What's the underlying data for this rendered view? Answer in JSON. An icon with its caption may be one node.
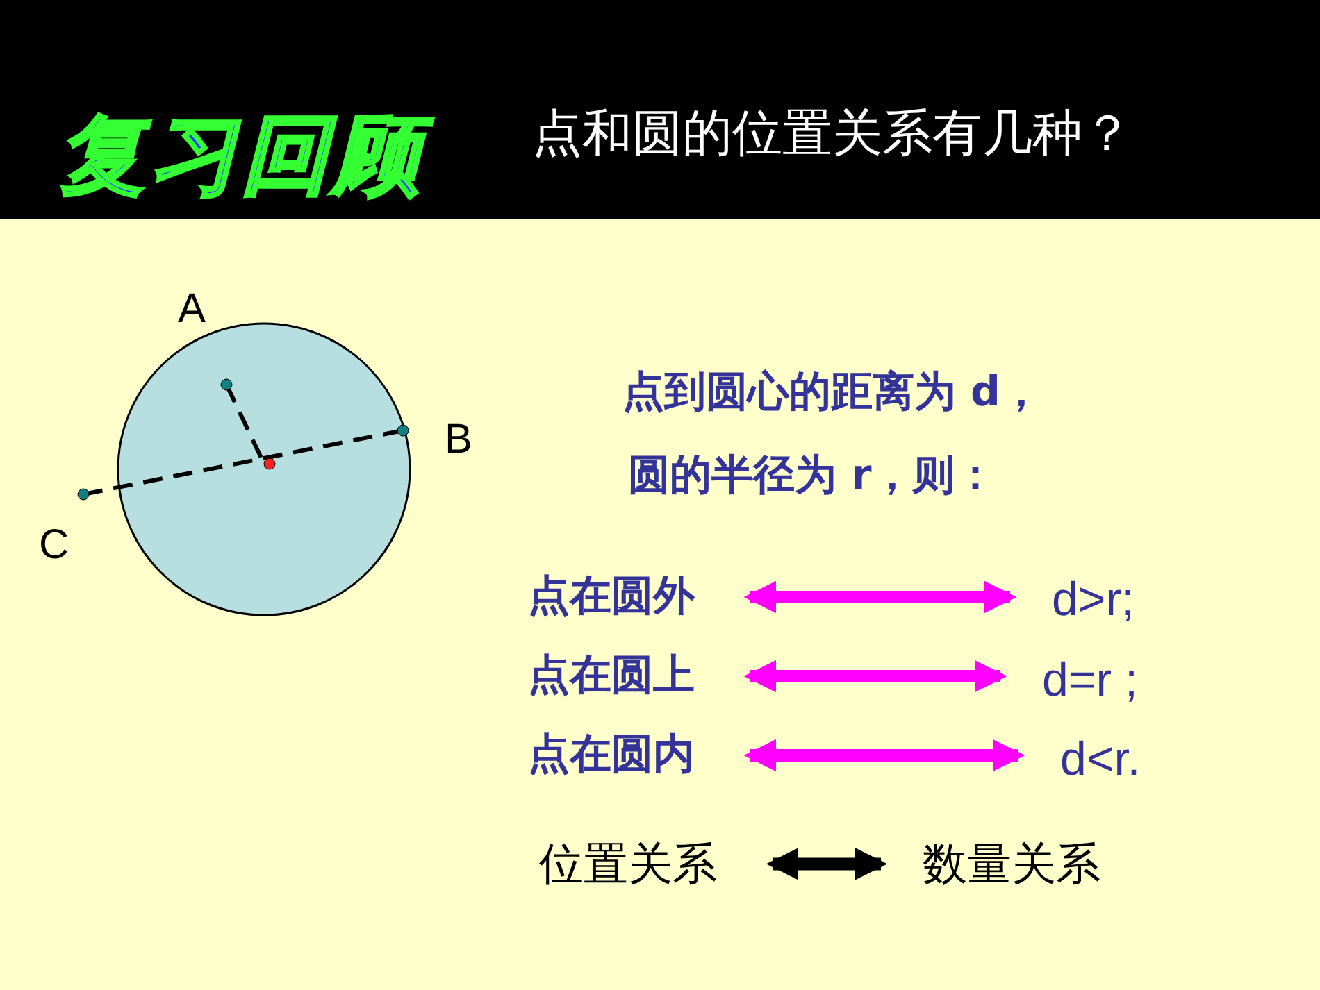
{
  "diagram": {
    "title": "复习回顾",
    "nodes": [
      {
        "text": [
          "点在圆外"
        ]
      },
      {
        "text": [
          "d>r;"
        ]
      },
      {
        "text": [
          "点在圆上"
        ]
      },
      {
        "text": [
          "d=r ;"
        ]
      },
      {
        "text": [
          "点在圆内"
        ]
      },
      {
        "text": [
          "d<r."
        ]
      },
      {
        "text": [
          "位置关系"
        ]
      },
      {
        "text": [
          "数量关系"
        ]
      }
    ],
    "edges": [
      {
        "from": 0,
        "to": 1,
        "arrow": "both"
      },
      {
        "from": 2,
        "to": 3,
        "arrow": "both"
      },
      {
        "from": 4,
        "to": 5,
        "arrow": "both"
      },
      {
        "from": 6,
        "to": 7,
        "arrow": "both",
        "color": "#000000"
      }
    ],
    "labels": [
      "点和圆的位置关系有几种？",
      "A",
      "B",
      "C",
      "点到圆心的距离为 d，",
      "圆的半径为 r，则："
    ]
  }
}
